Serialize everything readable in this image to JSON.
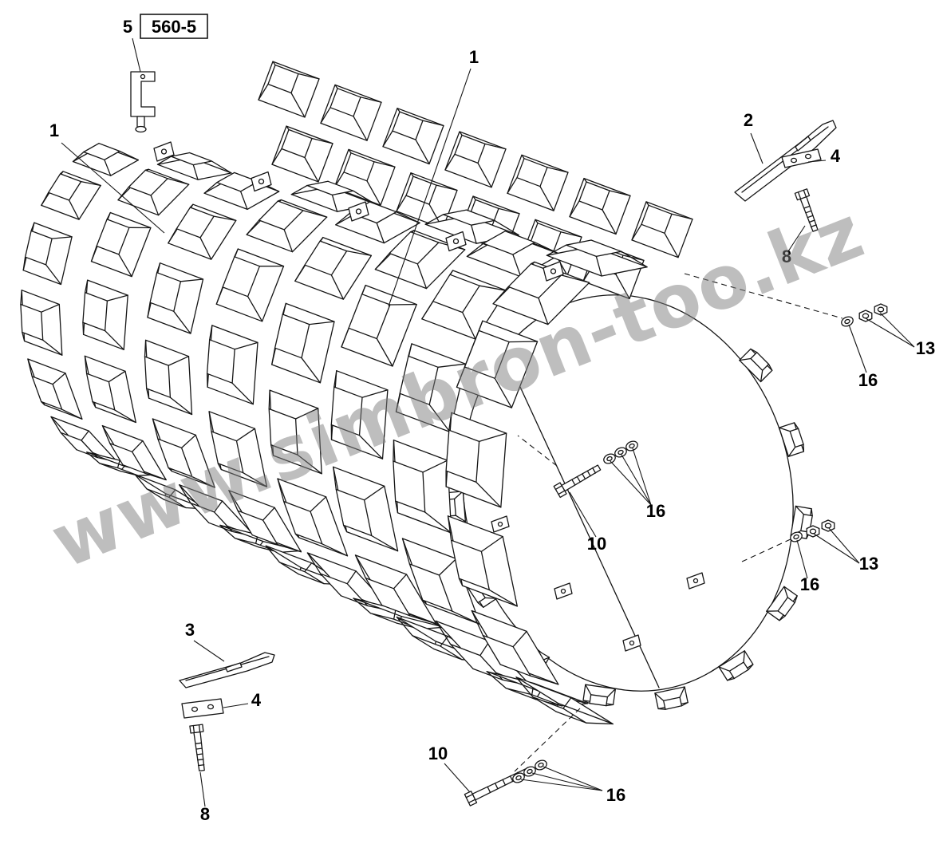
{
  "watermark": {
    "text": "www.simbron-too.kz",
    "color": "#7d7d7d"
  },
  "reference": {
    "item": "5",
    "code": "560-5"
  },
  "callouts": {
    "item1_top": "1",
    "item1_left": "1",
    "item2": "2",
    "item3": "3",
    "item4_right": "4",
    "item4_left": "4",
    "item8_right": "8",
    "item8_left": "8",
    "item10_mid": "10",
    "item10_bottom": "10",
    "item13_upper": "13",
    "item13_lower": "13",
    "item16_upper": "16",
    "item16_mid": "16",
    "item16_lower": "16",
    "item16_bottom": "16"
  },
  "parts": {
    "1": "padfoot-drum-segment",
    "2": "scraper-bar",
    "3": "scraper-bar",
    "4": "backing-plate",
    "5": "clamp",
    "8": "hex-bolt",
    "10": "hex-bolt",
    "13": "hex-nut",
    "16": "washer"
  }
}
